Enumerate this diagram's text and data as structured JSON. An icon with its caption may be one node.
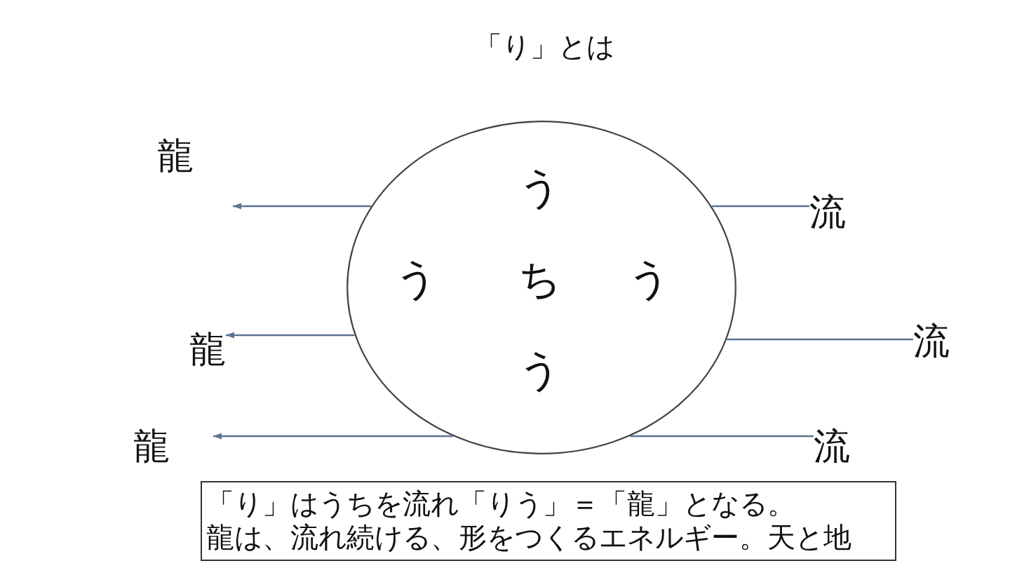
{
  "diagram": {
    "title": "「り」とは",
    "nodes": [
      {
        "text": [
          "う",
          "う",
          "ち",
          "う",
          "う"
        ]
      },
      {
        "text": [
          "流"
        ]
      },
      {
        "text": [
          "龍"
        ]
      },
      {
        "text": [
          "流"
        ]
      },
      {
        "text": [
          "流"
        ]
      },
      {
        "text": [
          "「り」はうちを流れ「りう」＝「龍」となる。",
          "龍は、流れ続ける、形をつくるエネルギー。天と地"
        ]
      }
    ],
    "edges": [
      {
        "from": 0,
        "to": null,
        "arrow": "to"
      },
      {
        "from": 1,
        "to": 0,
        "arrow": "none"
      },
      {
        "from": 0,
        "to": 2,
        "arrow": "to"
      },
      {
        "from": 3,
        "to": 0,
        "arrow": "none"
      },
      {
        "from": 0,
        "to": null,
        "arrow": "to"
      },
      {
        "from": 4,
        "to": 0,
        "arrow": "none"
      }
    ],
    "labels": [
      "龍",
      "龍"
    ]
  }
}
